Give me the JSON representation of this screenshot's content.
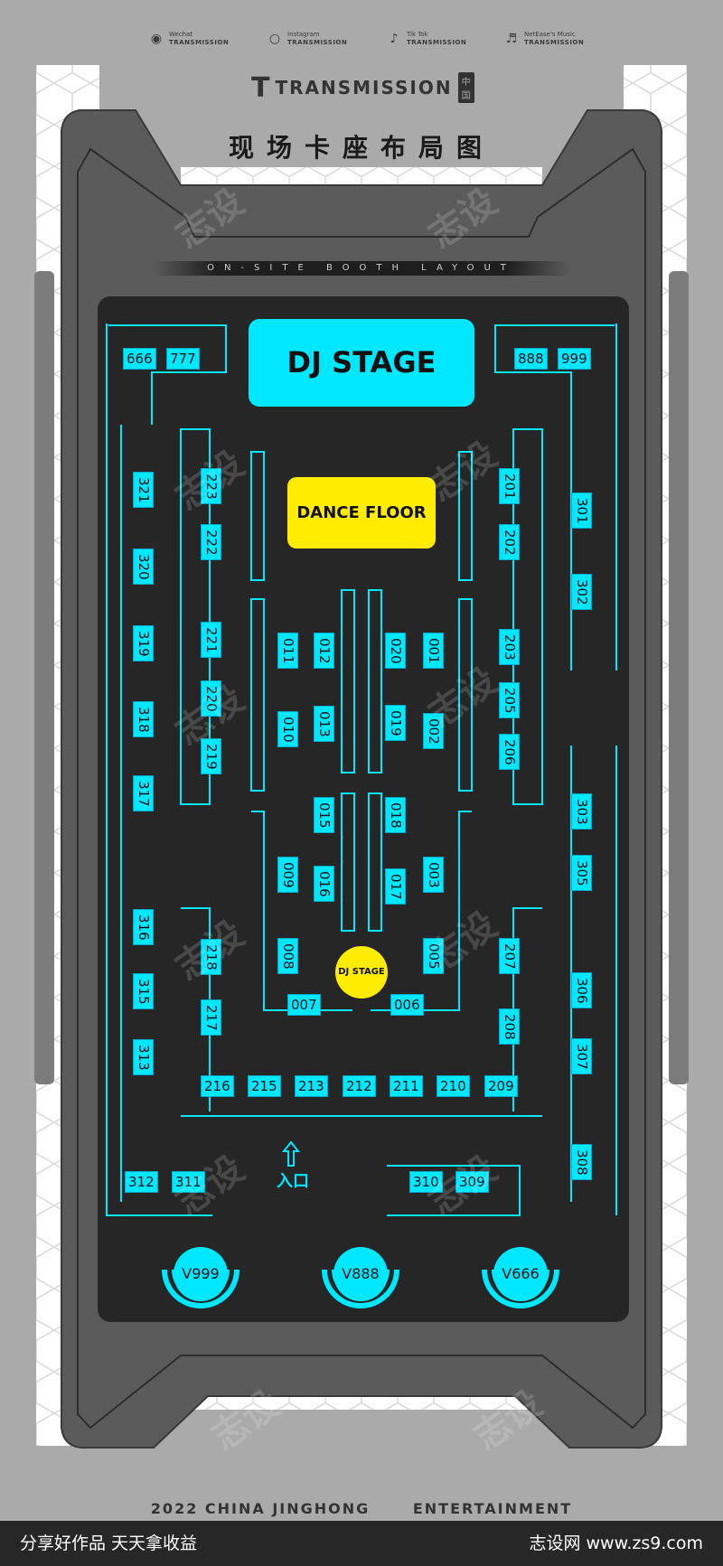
{
  "social": [
    {
      "platform": "Wechat",
      "name": "TRANSMISSION",
      "icon": "wechat-icon"
    },
    {
      "platform": "Instagram",
      "name": "TRANSMISSION",
      "icon": "instagram-icon"
    },
    {
      "platform": "Tik Tok",
      "name": "TRANSMISSION",
      "icon": "tiktok-icon"
    },
    {
      "platform": "NetEase's Music",
      "name": "TRANSMISSION",
      "icon": "netease-music-icon"
    }
  ],
  "logo": {
    "mark": "T",
    "word": "TRANSMISSION",
    "tag": "中国"
  },
  "title_cn": "现场卡座布局图",
  "subtitle": "ON-SITE BOOTH LAYOUT",
  "dj_stage": "DJ STAGE",
  "dance_floor": "DANCE FLOOR",
  "dj_stage_small": "DJ STAGE",
  "entrance": "入口",
  "vip": [
    "V999",
    "V888",
    "V666"
  ],
  "booths": {
    "top_left": [
      "666",
      "777"
    ],
    "top_right": [
      "888",
      "999"
    ],
    "left_outer": [
      "321",
      "320",
      "319",
      "318",
      "317",
      "316",
      "315",
      "313"
    ],
    "left_inner": [
      "223",
      "222",
      "221",
      "220",
      "219",
      "218",
      "217"
    ],
    "center_left": [
      "011",
      "012",
      "010",
      "013",
      "015",
      "009",
      "016",
      "008"
    ],
    "center_right": [
      "020",
      "001",
      "019",
      "002",
      "018",
      "017",
      "003",
      "005"
    ],
    "center_bottom": [
      "007",
      "006"
    ],
    "right_inner": [
      "201",
      "202",
      "203",
      "205",
      "206",
      "207",
      "208"
    ],
    "right_outer": [
      "301",
      "302",
      "303",
      "305",
      "306",
      "307",
      "308"
    ],
    "bottom_row": [
      "216",
      "215",
      "213",
      "212",
      "211",
      "210",
      "209"
    ],
    "bottom_left": [
      "312",
      "311"
    ],
    "bottom_right": [
      "310",
      "309"
    ]
  },
  "bottom_text": "2022 CHINA JINGHONG",
  "bottom_text_2": "ENTERTAINMENT",
  "footer_left": "分享好作品 天天拿收益",
  "footer_right": "志设网 www.zs9.com",
  "watermark": "志设",
  "colors": {
    "accent": "#00e8ff",
    "highlight": "#ffec00",
    "floor": "#262626",
    "frame": "#555555"
  }
}
